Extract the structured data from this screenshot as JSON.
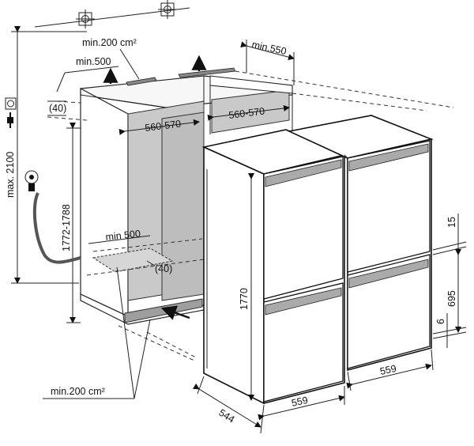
{
  "labels": {
    "vent_top_area": "min.200 cm²",
    "depth_top": "min.550",
    "vent_top_depth": "min.500",
    "offset_top": "(40)",
    "height_max": "max. 2100",
    "niche_width_left": "560-570",
    "niche_width_right": "560-570",
    "niche_height": "1772-1788",
    "vent_bottom_depth": "min 500",
    "offset_bottom": "(40)",
    "appliance_height": "1770",
    "gap_15": "15",
    "door_695": "695",
    "gap_6": "6",
    "vent_bottom_area": "min.200 cm²",
    "depth_544": "544",
    "width_559_left": "559",
    "width_559_right": "559"
  },
  "icons": [
    "power-socket-icon",
    "water-tap-icon",
    "plug-icon",
    "mounting-target-icon"
  ]
}
